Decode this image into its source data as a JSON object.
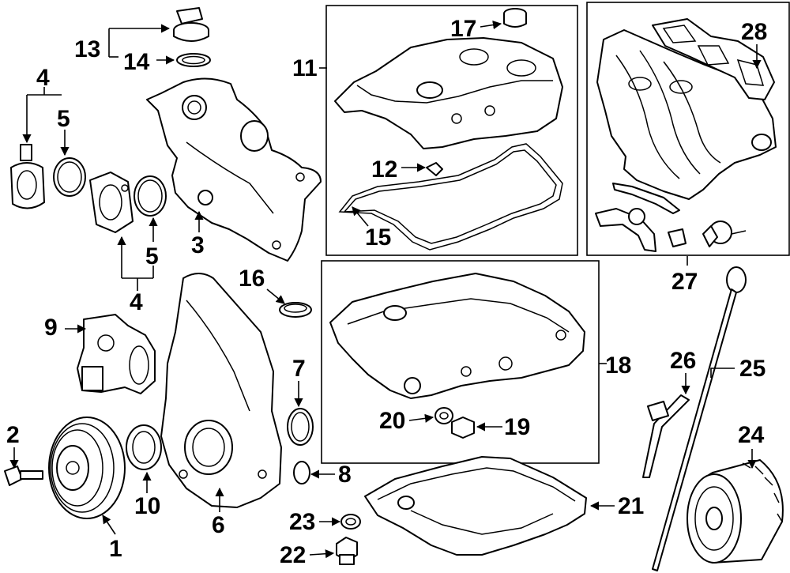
{
  "colors": {
    "background": "#ffffff",
    "ink": "#000000"
  },
  "callouts": [
    "1",
    "2",
    "3",
    "4",
    "4",
    "5",
    "5",
    "6",
    "7",
    "8",
    "9",
    "10",
    "11",
    "12",
    "13",
    "14",
    "15",
    "16",
    "17",
    "18",
    "19",
    "20",
    "21",
    "22",
    "23",
    "24",
    "25",
    "26",
    "27",
    "28"
  ]
}
